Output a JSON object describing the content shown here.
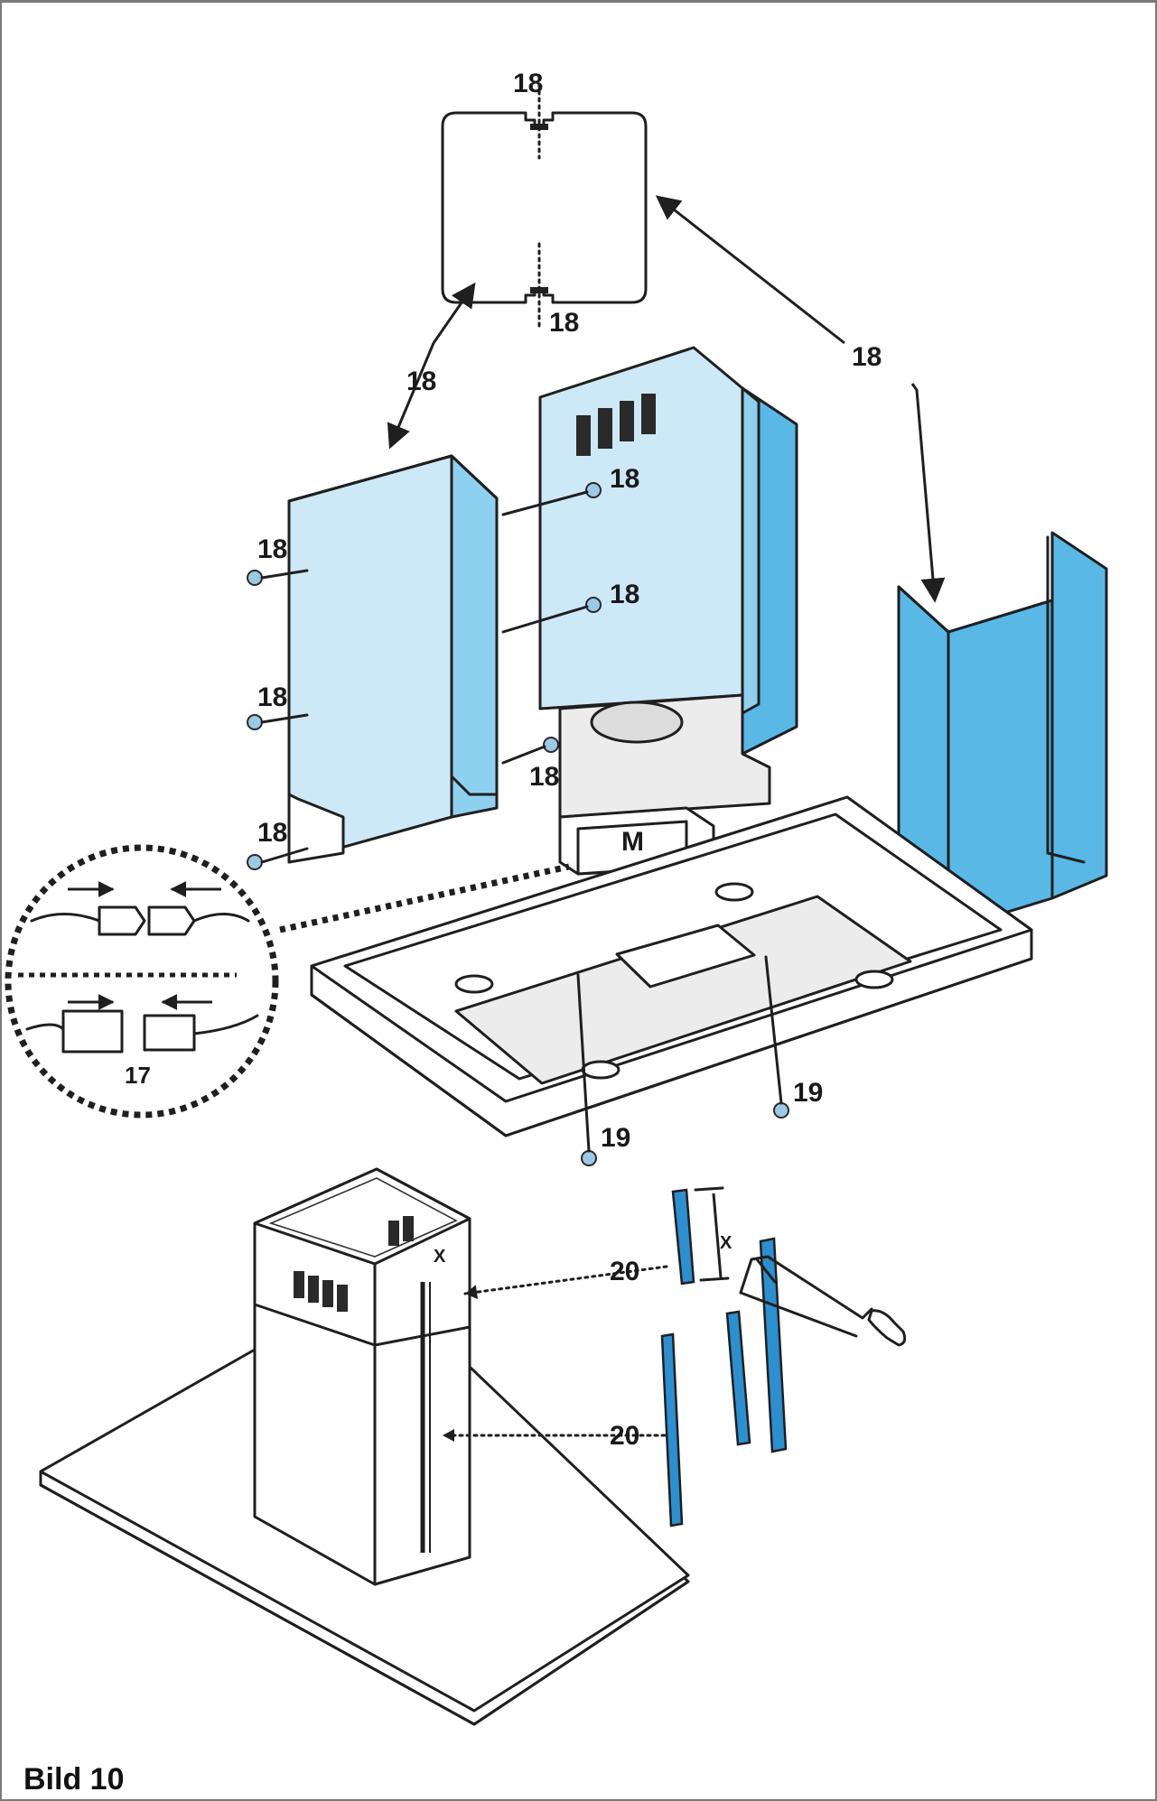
{
  "figure": {
    "caption": "Bild 10",
    "callouts": {
      "part_18": "18",
      "part_17": "17",
      "part_19": "19",
      "part_20": "20",
      "motor_label": "M",
      "dimension_x": "X"
    }
  },
  "colors": {
    "panel_light": "#cde8f6",
    "panel_dark": "#59b8e6",
    "strip": "#2b8fd0",
    "outline": "#1f1f1f"
  }
}
